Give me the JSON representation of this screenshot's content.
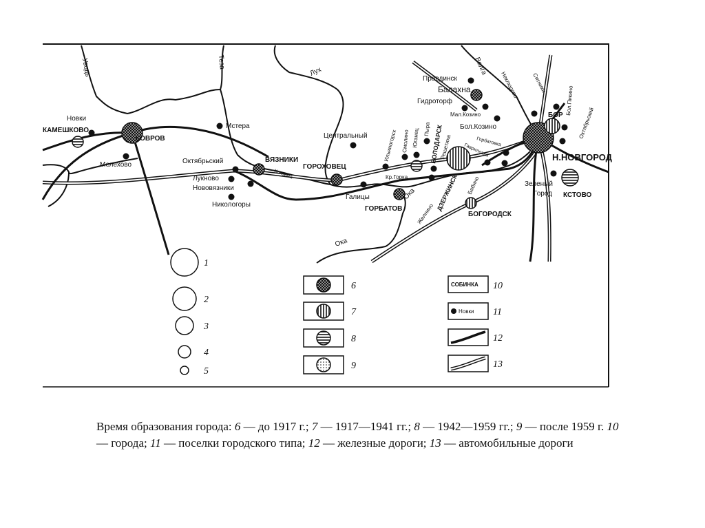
{
  "rivers": {
    "uvod": "Уводь",
    "teza": "Теза",
    "luh": "Лух",
    "volga": "Волга",
    "oka": "Ока",
    "oka_lower": "Ока",
    "klyazma": "Клязьма"
  },
  "towns": {
    "novki": "Новки",
    "kameshkovo": "КАМЕШКОВО",
    "kovrov": "КОВРОВ",
    "melekhovo": "Мелехово",
    "mstera": "Мстера",
    "oktyabrsky_w": "Октябрьский",
    "vyazniki": "ВЯЗНИКИ",
    "lukhnovo": "Лукново",
    "novovyazniki": "Нововязники",
    "nikologory": "Никологоры",
    "gorokhovets": "ГОРОХОВЕЦ",
    "tsentralny": "Центральный",
    "galitsy": "Галицы",
    "gorbatov": "ГОРБАТОВ",
    "kr_gorka": "Кр.Горка",
    "zhelnino": "Желнино",
    "ilinogorsk": "Ильиногорск",
    "smolino": "Смолино",
    "yuganets": "Юганец",
    "pyra": "Пыра",
    "volodarsk": "ВОЛОДАРСК",
    "reshetikha": "Решетиха",
    "dzerzhinsk": "ДЗЕРЖИНСК",
    "babino": "Бабино",
    "pravdinsk": "Правдинск",
    "balakhna": "Балахна",
    "gidrotorf": "Гидроторф",
    "mal_kozino": "Мал.Козино",
    "bol_kozino": "Бол.Козино",
    "gorbatovka": "Горбатовка",
    "gavrilovka": "Гавриловка",
    "neklyudovo": "Неклюдово",
    "sitniki": "Ситники",
    "bor": "БОР",
    "bol_pikino": "Бол.Пикино",
    "oktyabrsky_e": "Октябрьский",
    "n_novgorod": "Н.НОВГОРОД",
    "zeleny": "Зеленый",
    "gorod": "Город",
    "kstovo": "КСТОВО",
    "bogorodsk": "БОГОРОДСК"
  },
  "legend": {
    "sizes": [
      "1",
      "2",
      "3",
      "4",
      "5"
    ],
    "items": [
      {
        "num": "6"
      },
      {
        "num": "7"
      },
      {
        "num": "8"
      },
      {
        "num": "9"
      },
      {
        "num": "10",
        "sample": "СОБИНКА"
      },
      {
        "num": "11",
        "sample": "Новки"
      },
      {
        "num": "12"
      },
      {
        "num": "13"
      }
    ]
  },
  "caption": {
    "lead": "Время образования города: ",
    "n6": "6",
    "t6": " — до 1917 г.; ",
    "n7": "7",
    "t7": " — 1917—1941 гг.; ",
    "n8": "8",
    "t8": " — 1942—1959 гг.; ",
    "n9": "9",
    "t9": " — после 1959 г. ",
    "n10": "10",
    "t10": " — города; ",
    "n11": "11",
    "t11": " — поселки городского типа; ",
    "n12": "12",
    "t12": " — железные дороги; ",
    "n13": "13",
    "t13": " — автомобильные дороги"
  }
}
